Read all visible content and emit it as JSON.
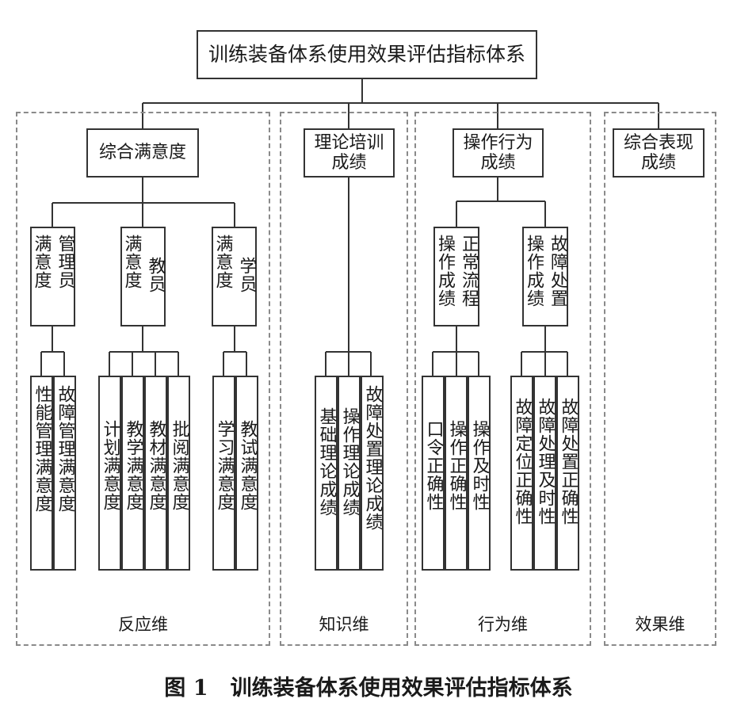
{
  "root": {
    "label": "训练装备体系使用效果评估指标体系"
  },
  "dimensions": {
    "reaction": {
      "label": "反应维",
      "head": "综合满意度",
      "groups": {
        "admin": {
          "col_a": "管理员",
          "col_b": "满意度"
        },
        "teacher": {
          "col_a": "教员",
          "col_b": "满意度"
        },
        "student": {
          "col_a": "学员",
          "col_b": "满意度"
        }
      },
      "leaves": [
        "性能管理满意度",
        "故障管理满意度",
        "计划满意度",
        "教学满意度",
        "教材满意度",
        "批阅满意度",
        "学习满意度",
        "教试满意度"
      ]
    },
    "knowledge": {
      "label": "知识维",
      "head": "理论培训\n成绩",
      "leaves": [
        "基础理论成绩",
        "操作理论成绩",
        "故障处置理论成绩"
      ]
    },
    "behavior": {
      "label": "行为维",
      "head": "操作行为\n成绩",
      "groups": {
        "normal": {
          "col_a": "正常流程",
          "col_b": "操作成绩"
        },
        "fault": {
          "col_a": "故障处置",
          "col_b": "操作成绩"
        }
      },
      "leaves": [
        "口令正确性",
        "操作正确性",
        "操作及时性",
        "故障定位正确性",
        "故障处理及时性",
        "故障处置正确性"
      ]
    },
    "effect": {
      "label": "效果维",
      "head": "综合表现\n成绩"
    }
  },
  "caption": "图 1   训练装备体系使用效果评估指标体系"
}
